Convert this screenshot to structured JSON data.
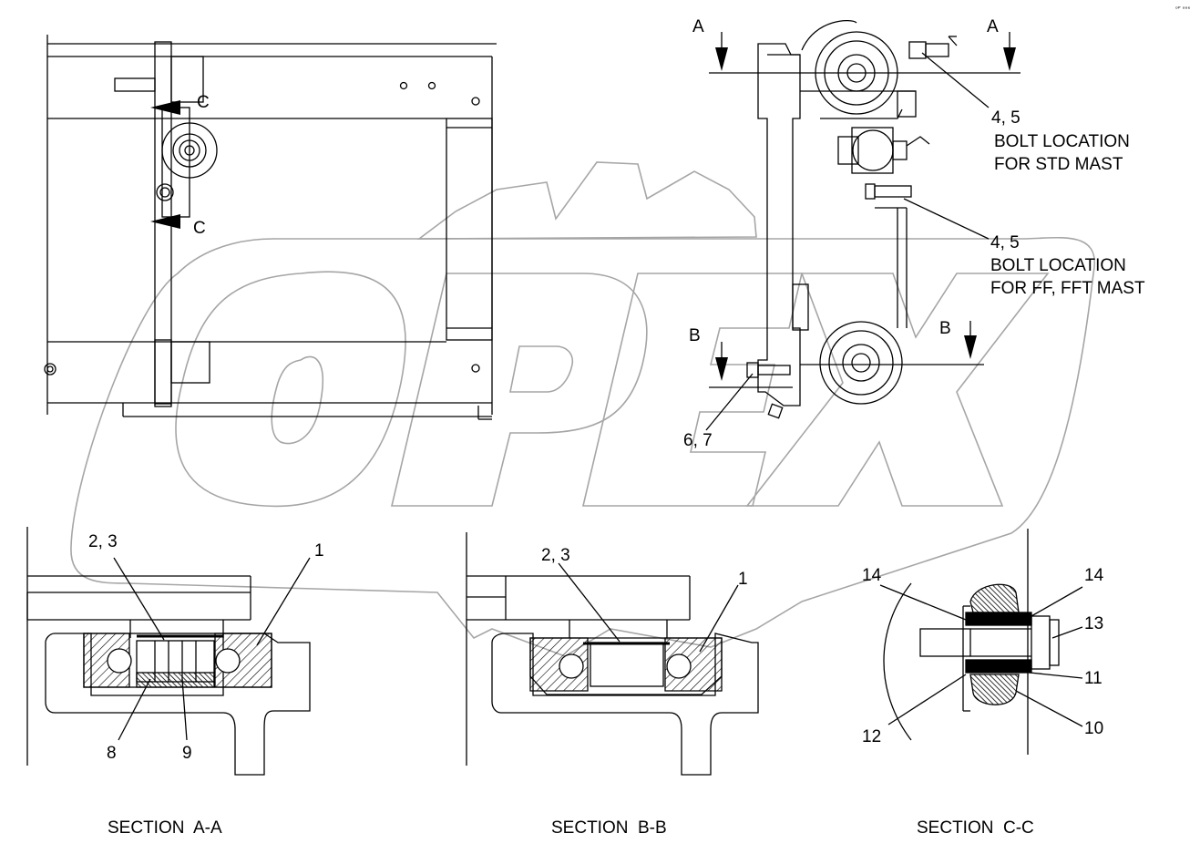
{
  "watermark": {
    "text": "OPEX",
    "icon": "gear-icon"
  },
  "corner_mark": "ᵒᴾ ᵒᵒᵉ",
  "section_markers": {
    "c_top": "C",
    "c_bottom": "C",
    "a_left": "A",
    "a_right": "A",
    "b_left": "B",
    "b_right": "B"
  },
  "callouts": {
    "std_num": "4, 5",
    "std_line1": "BOLT LOCATION",
    "std_line2": "FOR STD MAST",
    "ff_num": "4, 5",
    "ff_line1": "BOLT LOCATION",
    "ff_line2": "FOR FF, FFT MAST",
    "side_67": "6, 7",
    "aa_23": "2, 3",
    "aa_1": "1",
    "aa_8": "8",
    "aa_9": "9",
    "bb_23": "2, 3",
    "bb_1": "1",
    "cc_14a": "14",
    "cc_14b": "14",
    "cc_13": "13",
    "cc_11": "11",
    "cc_12": "12",
    "cc_10": "10"
  },
  "captions": {
    "aa": "SECTION  A-A",
    "bb": "SECTION  B-B",
    "cc": "SECTION  C-C"
  }
}
